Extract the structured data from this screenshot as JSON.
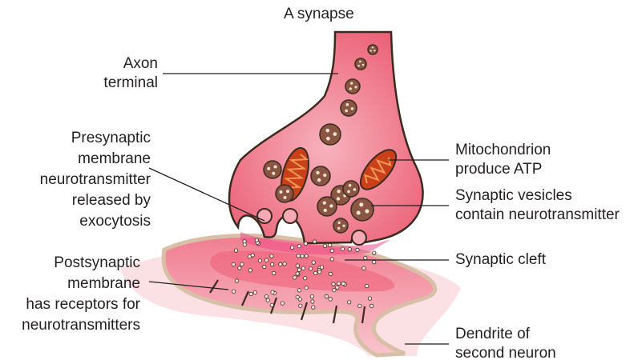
{
  "title": "A synapse",
  "labels": {
    "axon_terminal": [
      "Axon",
      "terminal"
    ],
    "presynaptic": [
      "Presynaptic",
      "membrane",
      "neurotransmitter",
      "released by",
      "exocytosis"
    ],
    "postsynaptic": [
      "Postsynaptic",
      "membrane",
      "has receptors for",
      "neurotransmitters"
    ],
    "mitochondrion": [
      "Mitochondrion",
      "produce ATP"
    ],
    "vesicles": [
      "Synaptic vesicles",
      "contain neurotransmitter"
    ],
    "cleft": [
      "Synaptic cleft"
    ],
    "dendrite": [
      "Dendrite of",
      "second neuron"
    ]
  },
  "colors": {
    "axon_fill": "#ee6c7f",
    "axon_inner": "#f6a9b4",
    "outline": "#3a2a1f",
    "vesicle": "#8b5a45",
    "mitochondrion": "#d0451b",
    "dendrite_fill": "#f59aa8",
    "dendrite_border": "#e6cdb4",
    "dot": "#f5e7dc"
  }
}
